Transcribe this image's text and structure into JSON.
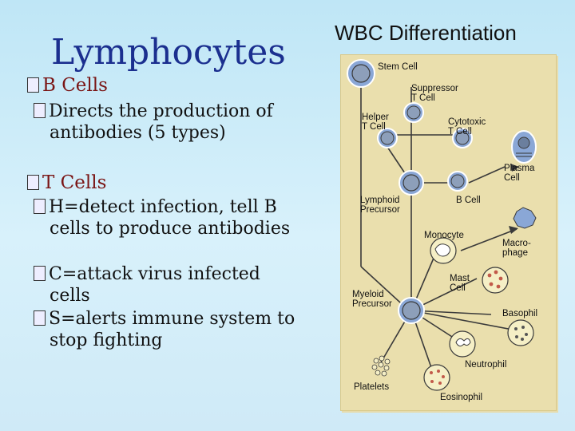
{
  "left": {
    "title": "Lymphocytes",
    "b_cells": {
      "heading": "B Cells",
      "points": [
        "Directs the production of antibodies (5 types)"
      ]
    },
    "t_cells": {
      "heading": "T Cells",
      "points": [
        "H=detect infection, tell B cells to produce antibodies",
        "C=attack virus infected cells",
        "S=alerts immune system to stop fighting"
      ]
    }
  },
  "right": {
    "title": "WBC Differentiation",
    "labels": {
      "stem_cell": "Stem Cell",
      "suppressor": "Suppressor\nT Cell",
      "helper": "Helper\nT Cell",
      "cytotoxic": "Cytotoxic\nT Cell",
      "plasma": "Plasma\nCell",
      "lymphoid": "Lymphoid\nPrecursor",
      "b_cell": "B Cell",
      "monocyte": "Monocyte",
      "macrophage": "Macro-\nphage",
      "mast": "Mast\nCell",
      "myeloid": "Myeloid\nPrecursor",
      "basophil": "Basophil",
      "neutrophil": "Neutrophil",
      "platelets": "Platelets",
      "eosinophil": "Eosinophil"
    }
  },
  "colors": {
    "title_blue": "#1b2f8f",
    "heading_red": "#7a1515",
    "diagram_bg": "#eadfad",
    "cell_blue": "#8aa7d6"
  }
}
